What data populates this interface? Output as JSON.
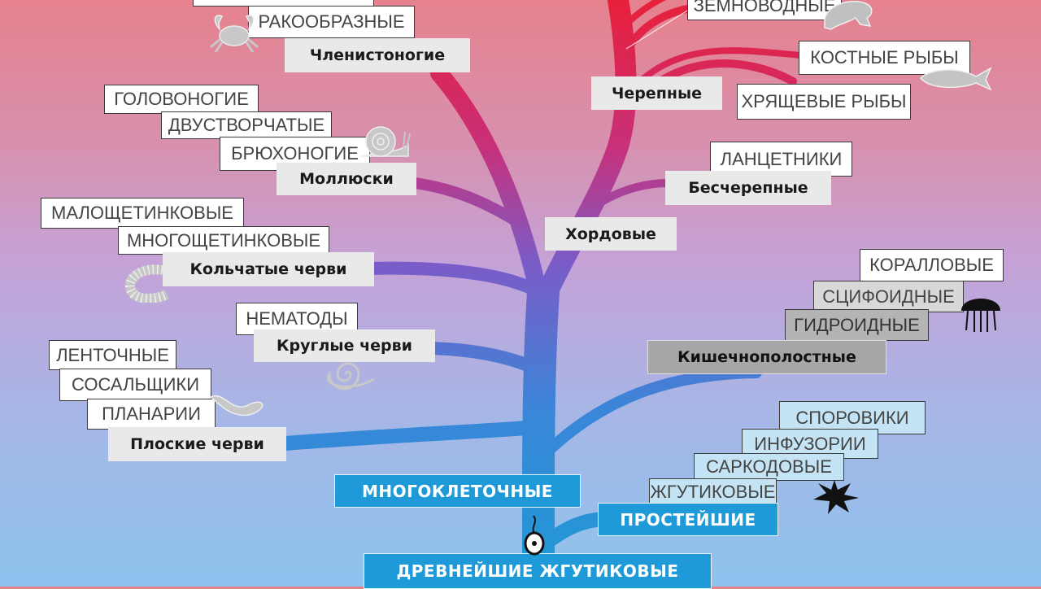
{
  "tree": {
    "top_cut_label": "",
    "arthropods": {
      "group": "Членистоногие",
      "classes": [
        "РАКООБРАЗНЫЕ"
      ]
    },
    "molluscs": {
      "group": "Моллюски",
      "classes": [
        "ГОЛОВОНОГИЕ",
        "ДВУСТВОРЧАТЫЕ",
        "БРЮХОНОГИЕ"
      ]
    },
    "annelids": {
      "group": "Кольчатые черви",
      "classes": [
        "МАЛОЩЕТИНКОВЫЕ",
        "МНОГОЩЕТИНКОВЫЕ"
      ]
    },
    "roundworms": {
      "group": "Круглые черви",
      "classes": [
        "НЕМАТОДЫ"
      ]
    },
    "flatworms": {
      "group": "Плоские черви",
      "classes": [
        "ЛЕНТОЧНЫЕ",
        "СОСАЛЬЩИКИ",
        "ПЛАНАРИИ"
      ]
    },
    "chordates": {
      "group": "Хордовые",
      "craniates": {
        "group": "Черепные",
        "classes": [
          "ЗЕМНОВОДНЫЕ",
          "КОСТНЫЕ РЫБЫ",
          "ХРЯЩЕВЫЕ РЫБЫ"
        ]
      },
      "acraniates": {
        "group": "Бесчерепные",
        "classes": [
          "ЛАНЦЕТНИКИ"
        ]
      }
    },
    "coelenterates": {
      "group": "Кишечнополостные",
      "classes": [
        "КОРАЛЛОВЫЕ",
        "СЦИФОИДНЫЕ",
        "ГИДРОИДНЫЕ"
      ]
    },
    "protozoa": {
      "group": "ПРОСТЕЙШИЕ",
      "classes": [
        "СПОРОВИКИ",
        "ИНФУЗОРИИ",
        "САРКОДОВЫЕ",
        "ЖГУТИКОВЫЕ"
      ]
    },
    "multicellular": "МНОГОКЛЕТОЧНЫЕ",
    "root": "ДРЕВНЕЙШИЕ ЖГУТИКОВЫЕ"
  },
  "colors": {
    "top": "#e8203a",
    "middle": "#8a4fc0",
    "bottom": "#1e9ad6"
  }
}
